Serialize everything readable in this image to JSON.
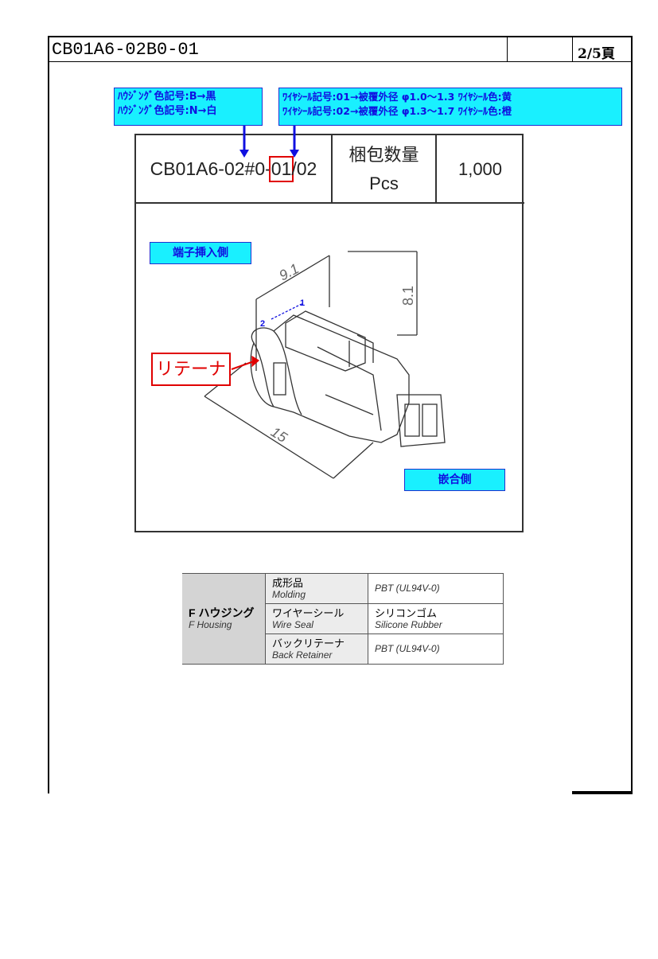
{
  "header": {
    "doc_number": "CB01A6-02B0-01",
    "page": "2/5頁"
  },
  "labels": {
    "housing": [
      "ﾊｳｼﾞﾝｸﾞ色記号:B→黒",
      "ﾊｳｼﾞﾝｸﾞ色記号:N→白"
    ],
    "wire_seal": [
      "ﾜｲﾔｼｰﾙ記号:01→被覆外径 φ1.0～1.3  ﾜｲﾔｼｰﾙ色:黄",
      "ﾜｲﾔｼｰﾙ記号:02→被覆外径 φ1.3～1.7  ﾜｲﾔｼｰﾙ色:橙"
    ]
  },
  "part_box": {
    "part_prefix": "CB01A6-02#0-",
    "part_highlight": "01",
    "part_suffix": "/02",
    "qty_label": "梱包数量",
    "qty_unit": "Pcs",
    "qty_value": "1,000"
  },
  "drawing": {
    "insert_side": "端子挿入側",
    "mating_side": "嵌合側",
    "retainer": "リテーナ",
    "dim_width": "9.1",
    "dim_height": "8.1",
    "dim_length": "15",
    "pin1": "1",
    "pin2": "2"
  },
  "materials": {
    "group_ja": "F ハウジング",
    "group_en": "F Housing",
    "rows": [
      {
        "part_ja": "成形品",
        "part_en": "Molding",
        "material": "PBT (UL94V-0)",
        "material_en": ""
      },
      {
        "part_ja": "ワイヤーシール",
        "part_en": "Wire Seal",
        "material": "シリコンゴム",
        "material_en": "Silicone Rubber"
      },
      {
        "part_ja": "バックリテーナ",
        "part_en": "Back Retainer",
        "material": "PBT (UL94V-0)",
        "material_en": ""
      }
    ]
  }
}
